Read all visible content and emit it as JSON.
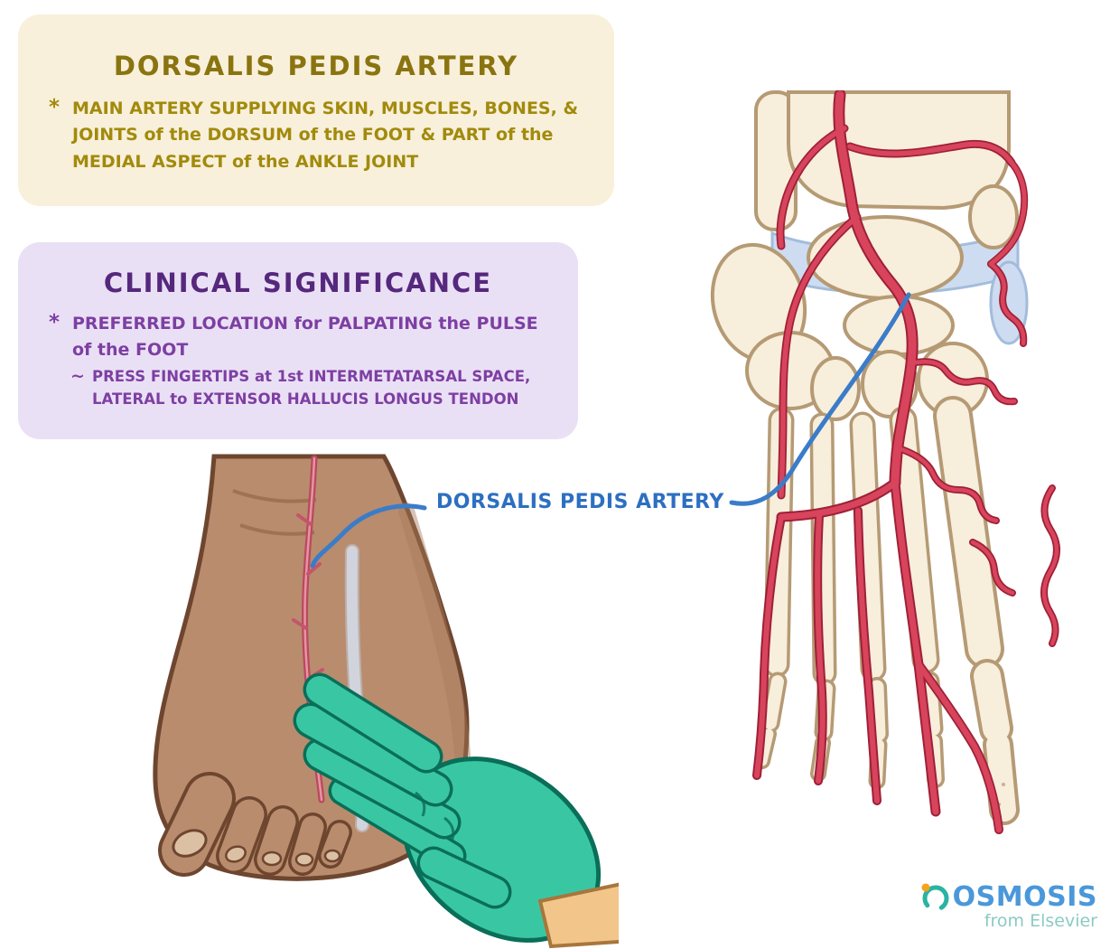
{
  "artery_box": {
    "title": "DORSALIS PEDIS ARTERY",
    "marker": "*",
    "bullet": "MAIN ARTERY SUPPLYING SKIN, MUSCLES, BONES, & JOINTS of the DORSUM of the FOOT & PART of the MEDIAL ASPECT of the ANKLE JOINT"
  },
  "clinical_box": {
    "title": "CLINICAL SIGNIFICANCE",
    "marker": "*",
    "bullet": "PREFERRED LOCATION for PALPATING the PULSE of the FOOT",
    "sub_marker": "~",
    "sub_bullet": "PRESS FINGERTIPS at 1st INTERMETATARSAL SPACE, LATERAL to EXTENSOR HALLUCIS LONGUS TENDON"
  },
  "annotation": {
    "label": "DORSALIS PEDIS ARTERY"
  },
  "logo": {
    "name": "OSMOSIS",
    "tagline": "from Elsevier"
  },
  "colors": {
    "artery_box_bg": "#f8f0da",
    "artery_box_text": "#a28a0c",
    "artery_box_title": "#8a7410",
    "clinical_box_bg": "#eae0f5",
    "clinical_title": "#55287d",
    "clinical_text": "#7d3fa3",
    "annotation_blue": "#2d6fc1",
    "artery_red": "#d8445c",
    "bone": "#f7eedb",
    "glove_teal": "#39c7a3",
    "skin": "#b98c6d",
    "logo_blue": "#4a98da",
    "logo_teal": "#8ccac4"
  }
}
